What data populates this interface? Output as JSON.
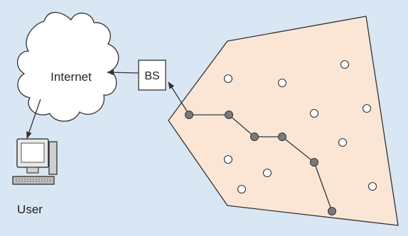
{
  "labels": {
    "internet": "Internet",
    "bs": "BS",
    "user": "User"
  },
  "colors": {
    "background": "#d9e6f4",
    "region_fill": "#fbe6d6",
    "region_stroke": "#333333",
    "cloud_fill": "#ffffff",
    "active_node": "#7a7a7a",
    "idle_node": "#ffffff",
    "edge": "#333333"
  },
  "icons": {
    "cloud": "internet-cloud",
    "base_station": "base-station-box",
    "user": "desktop-computer-icon"
  }
}
